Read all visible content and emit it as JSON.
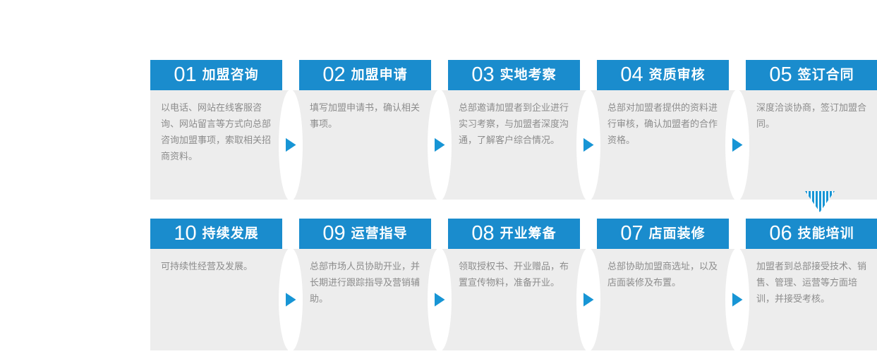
{
  "colors": {
    "header_blue": "#1a8ccd",
    "arrow_blue": "#1795d5",
    "body_bg": "#ededed",
    "body_text": "#8c8c8c"
  },
  "process": {
    "rows": [
      {
        "cards": [
          {
            "number": "01",
            "title": "加盟咨询",
            "desc": "以电话、网站在线客服咨询、网站留言等方式向总部咨询加盟事项，索取相关招商资料。"
          },
          {
            "number": "02",
            "title": "加盟申请",
            "desc": "填写加盟申请书，确认相关事项。"
          },
          {
            "number": "03",
            "title": "实地考察",
            "desc": "总部邀请加盟者到企业进行实习考察，与加盟者深度沟通，了解客户综合情况。"
          },
          {
            "number": "04",
            "title": "资质审核",
            "desc": "总部对加盟者提供的资料进行审核，确认加盟者的合作资格。"
          },
          {
            "number": "05",
            "title": "签订合同",
            "desc": "深度洽谈协商，签订加盟合同。"
          }
        ]
      },
      {
        "cards": [
          {
            "number": "10",
            "title": "持续发展",
            "desc": "可持续性经营及发展。"
          },
          {
            "number": "09",
            "title": "运营指导",
            "desc": "总部市场人员协助开业，并长期进行跟踪指导及营销辅助。"
          },
          {
            "number": "08",
            "title": "开业筹备",
            "desc": "领取授权书、开业赠品，布置宣传物料，准备开业。"
          },
          {
            "number": "07",
            "title": "店面装修",
            "desc": "总部协助加盟商选址，以及店面装修及布置。"
          },
          {
            "number": "06",
            "title": "技能培训",
            "desc": "加盟者到总部接受技术、销售、管理、运营等方面培训，并接受考核。"
          }
        ]
      }
    ]
  }
}
